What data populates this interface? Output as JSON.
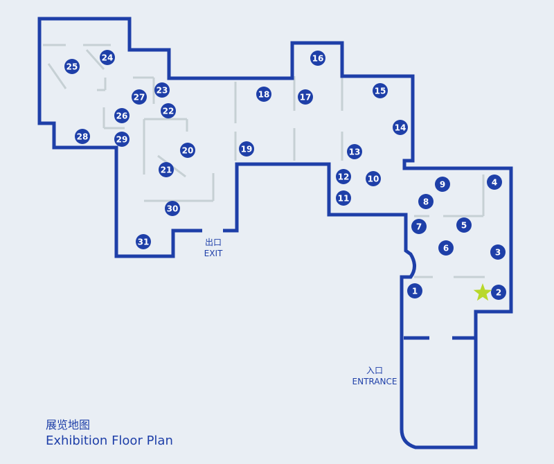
{
  "colors": {
    "background": "#e9eef4",
    "wall": "#1e3fa8",
    "partition": "#c6d0d4",
    "marker": "#1e3fa8",
    "marker_text": "#ffffff",
    "star": "#b8d82a"
  },
  "exit": {
    "cn": "出口",
    "en": "EXIT"
  },
  "entrance": {
    "cn": "入口",
    "en": "ENTRANCE"
  },
  "title": {
    "cn": "展览地图",
    "en": "Exhibition Floor Plan"
  },
  "you_are_here_icon": "star-icon",
  "markers": [
    "1",
    "2",
    "3",
    "4",
    "5",
    "6",
    "7",
    "8",
    "9",
    "10",
    "11",
    "12",
    "13",
    "14",
    "15",
    "16",
    "17",
    "18",
    "19",
    "20",
    "21",
    "22",
    "23",
    "24",
    "25",
    "26",
    "27",
    "28",
    "29",
    "30",
    "31"
  ]
}
